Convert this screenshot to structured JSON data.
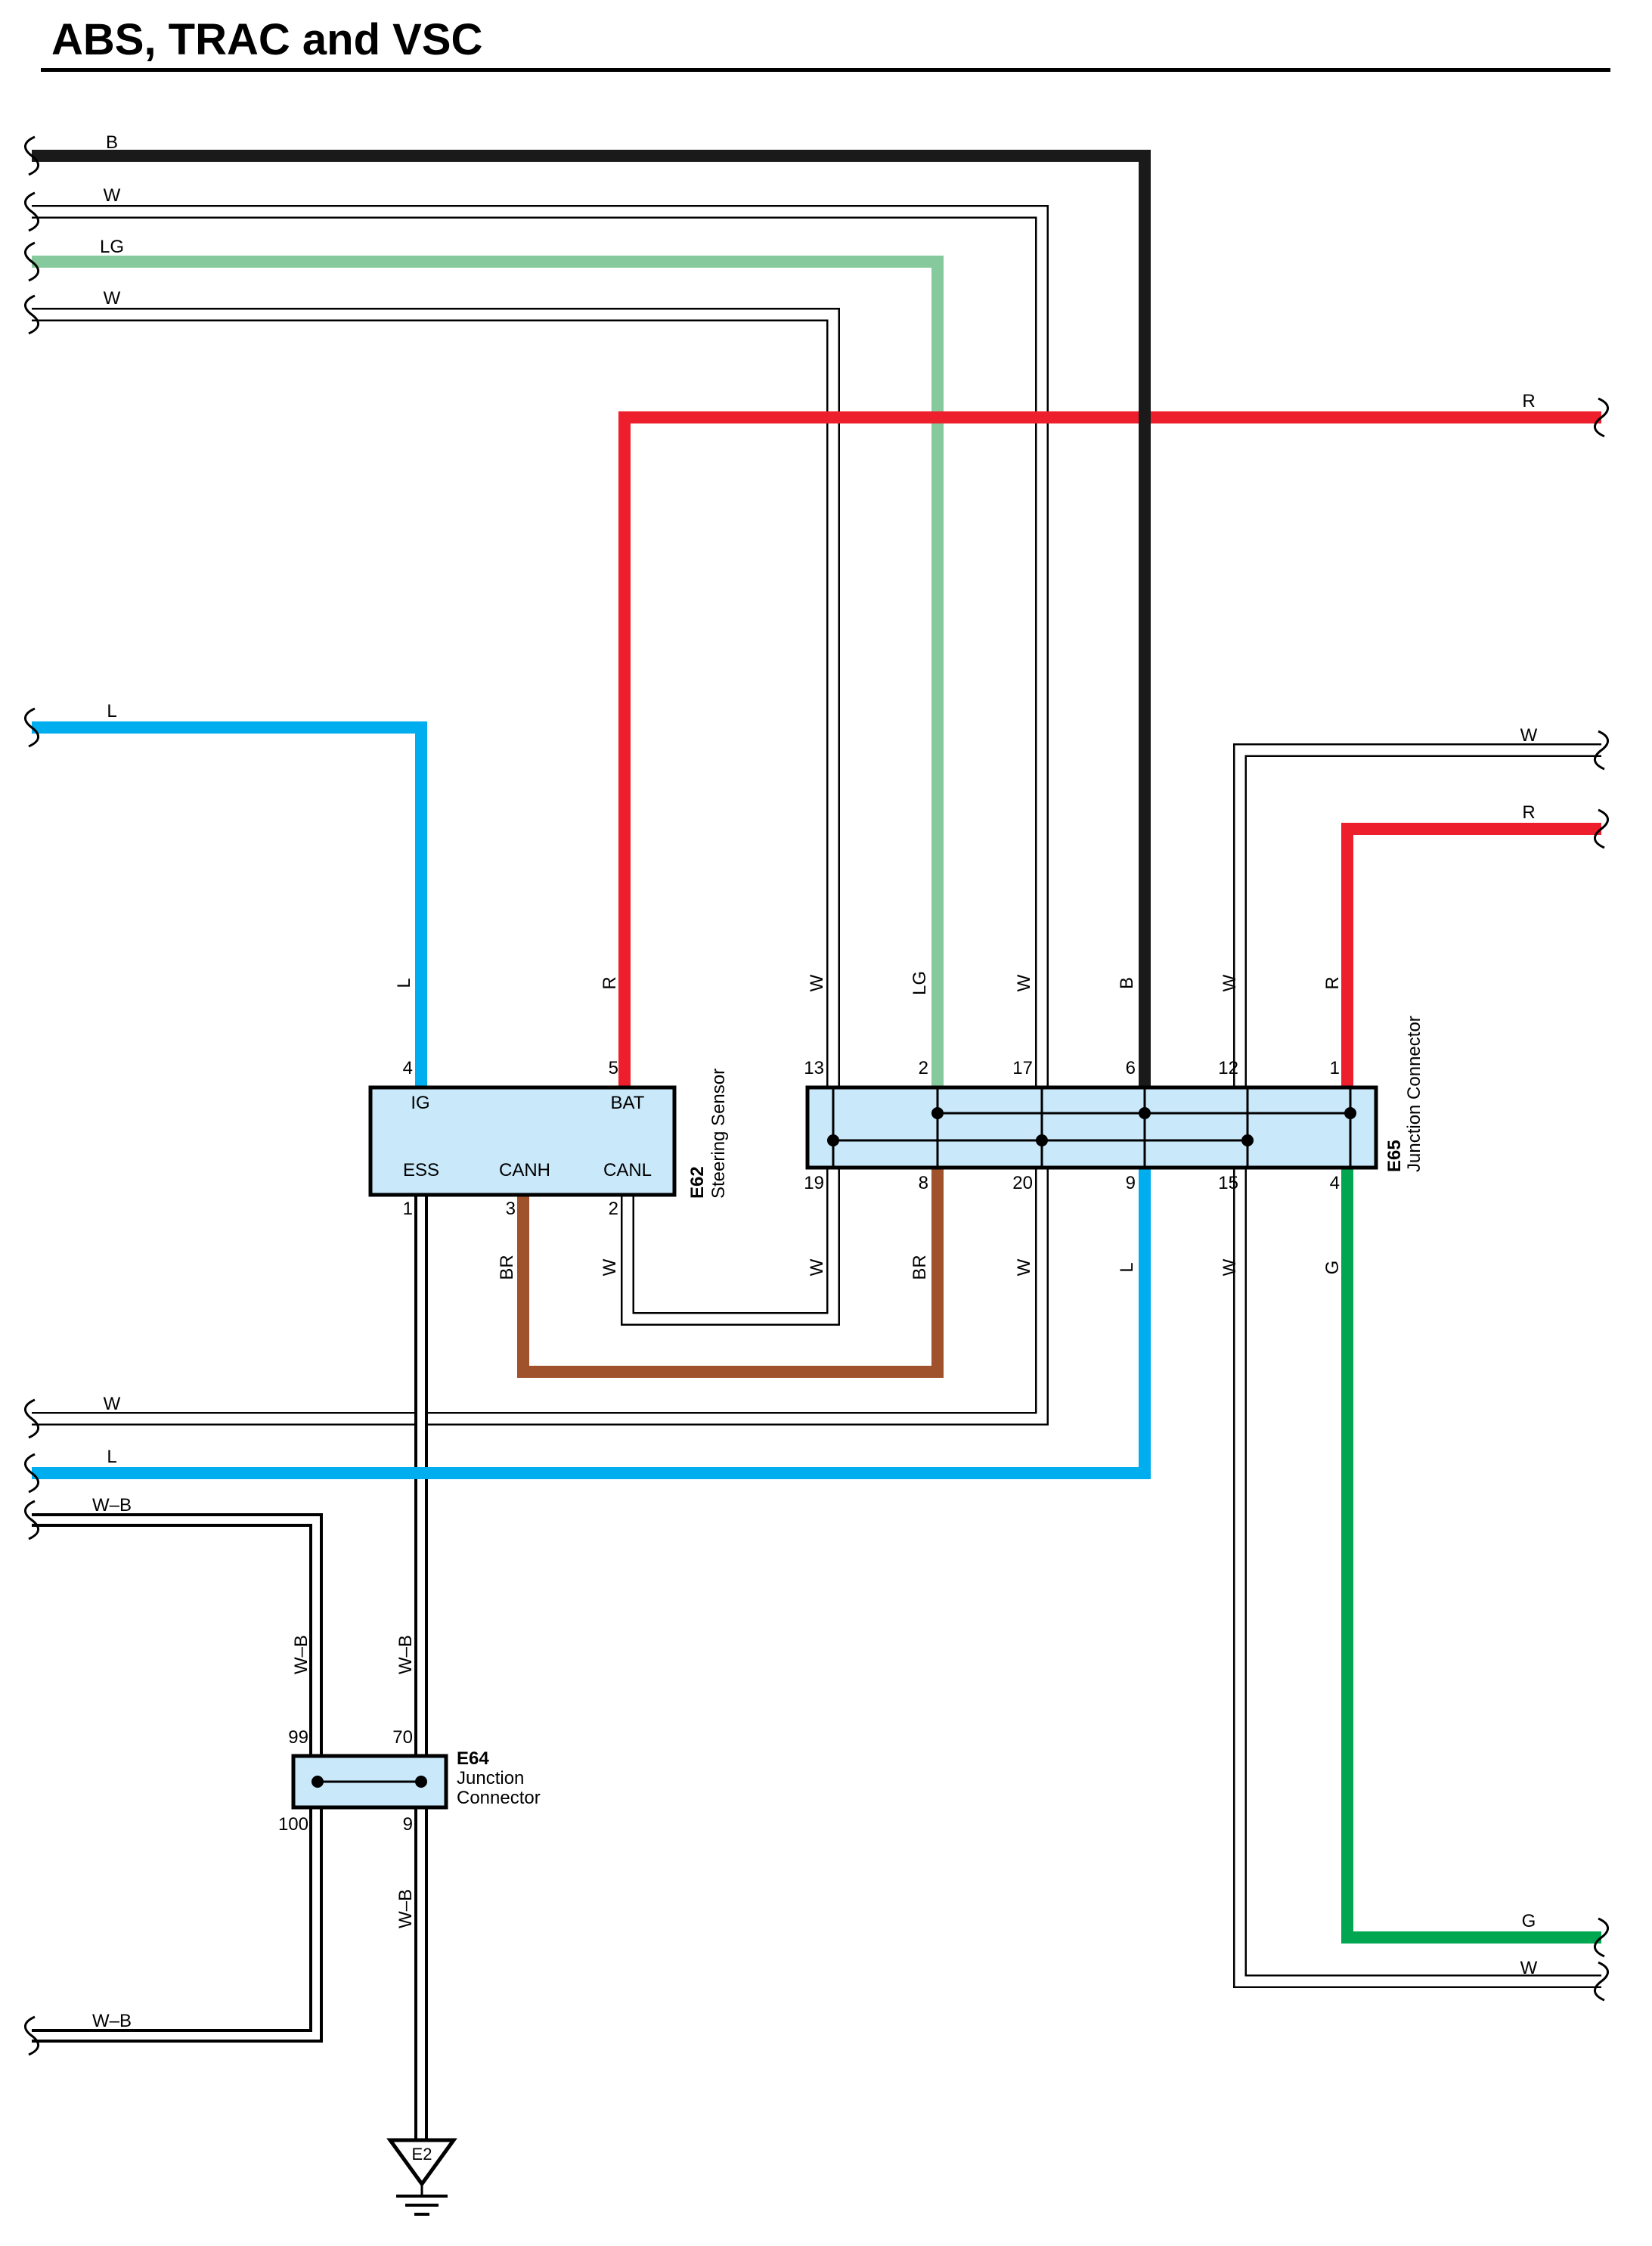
{
  "title": "ABS, TRAC and VSC",
  "colors": {
    "B": "#1a1a1a",
    "W": "#ffffff",
    "LG": "#86c99d",
    "R": "#ee1f2d",
    "L": "#00aeef",
    "BR": "#a0522d",
    "G": "#00a650",
    "W-B": "#ffffff",
    "connector_fill": "#c9e8fa"
  },
  "wires": {
    "top_b": "B",
    "top_w1": "W",
    "top_lg": "LG",
    "top_w2": "W",
    "right_r_top": "R",
    "left_l_top": "L",
    "right_w_mid": "W",
    "right_r_mid": "R",
    "left_w_low": "W",
    "left_l_low": "L",
    "left_wb_1": "W–B",
    "left_wb_2": "W–B",
    "right_g": "G",
    "right_w_bottom": "W"
  },
  "vertical_labels": {
    "e62_pin4": "L",
    "e62_pin5": "R",
    "e65_pin13": "W",
    "e65_pin2": "LG",
    "e65_pin17": "W",
    "e65_pin6": "B",
    "e65_pin12": "W",
    "e65_pin1": "R",
    "e62_pin3": "BR",
    "e62_pin2": "W",
    "e65_pin19": "W",
    "e65_pin8": "BR",
    "e65_pin20": "W",
    "e65_pin9": "L",
    "e65_pin15": "W",
    "e65_pin4": "G",
    "e64_pin99": "W–B",
    "e64_pin70": "W–B",
    "e64_pin9": "W–B"
  },
  "e62": {
    "code": "E62",
    "name": "Steering Sensor",
    "terminals": {
      "ig": "IG",
      "bat": "BAT",
      "ess": "ESS",
      "canh": "CANH",
      "canl": "CANL"
    },
    "pins": {
      "ig": "4",
      "bat": "5",
      "ess": "1",
      "canh": "3",
      "canl": "2"
    }
  },
  "e65": {
    "code": "E65",
    "name": "Junction Connector",
    "top_pins": [
      "13",
      "2",
      "17",
      "6",
      "12",
      "1"
    ],
    "bottom_pins": [
      "19",
      "8",
      "20",
      "9",
      "15",
      "4"
    ]
  },
  "e64": {
    "code": "E64",
    "name_line1": "Junction",
    "name_line2": "Connector",
    "pins": {
      "top_left": "99",
      "top_right": "70",
      "bottom_left": "100",
      "bottom_right": "9"
    }
  },
  "ground": {
    "label": "E2"
  }
}
